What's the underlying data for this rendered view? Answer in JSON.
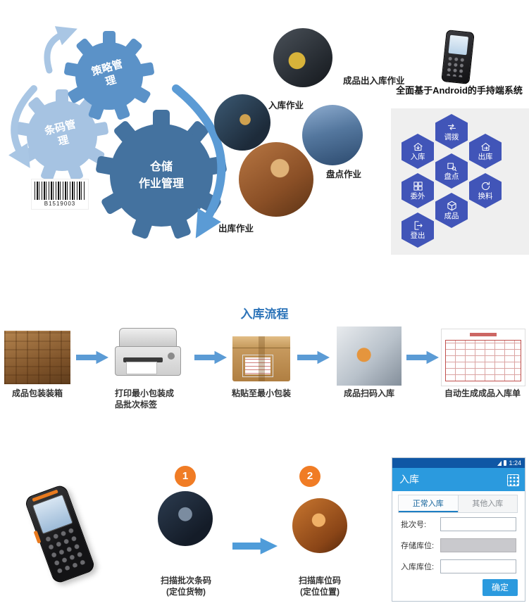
{
  "top": {
    "gear_strategy_label": "策略管理",
    "gear_barcode_label": "条码管理",
    "gear_warehouse_line1": "仓储",
    "gear_warehouse_line2": "作业管理",
    "barcode_number": "B1519003",
    "label_finished_io": "成品出入库作业",
    "label_inbound": "入库作业",
    "label_count": "盘点作业",
    "label_outbound": "出库作业",
    "handheld_caption": "全面基于Android的手持端系统",
    "hexagons": [
      {
        "label": "调拨"
      },
      {
        "label": "入库"
      },
      {
        "label": "出库"
      },
      {
        "label": "盘点"
      },
      {
        "label": "委外"
      },
      {
        "label": "换料"
      },
      {
        "label": "成品"
      },
      {
        "label": "登出"
      }
    ]
  },
  "process": {
    "title": "入库流程",
    "step1": "成品包装装箱",
    "step2": "打印最小包装成品批次标签",
    "step3": "粘贴至最小包装",
    "step4": "成品扫码入库",
    "step5": "自动生成成品入库单"
  },
  "bottom": {
    "step1_number": "1",
    "step1_label": "扫描批次条码",
    "step1_sublabel": "(定位货物)",
    "step2_number": "2",
    "step2_label": "扫描库位码",
    "step2_sublabel": "(定位位置)",
    "app": {
      "time": "1:24",
      "title": "入库",
      "tab_active": "正常入库",
      "tab_inactive": "其他入库",
      "field1_label": "批次号:",
      "field2_label": "存储库位:",
      "field3_label": "入库库位:",
      "confirm": "确定"
    }
  },
  "colors": {
    "gear_strategy": "#5b92c8",
    "gear_barcode": "#a6c3e2",
    "gear_warehouse": "#44729f",
    "arrow_light": "#a9c6e4",
    "arrow_blue": "#5b9bd5",
    "hexagon": "#4155b8",
    "orange": "#f07c25",
    "app_bar_blue": "#2b9ade",
    "title_blue": "#2d74b9"
  }
}
